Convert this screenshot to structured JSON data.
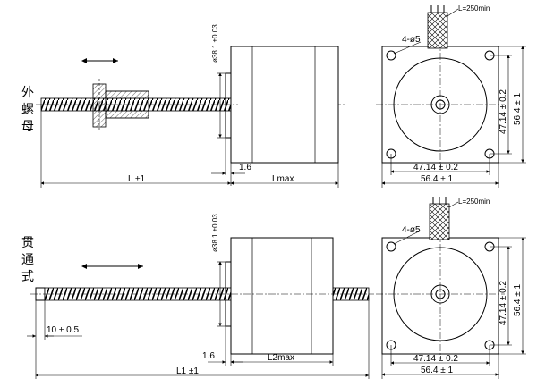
{
  "external_nut": {
    "label_chars": [
      "外",
      "螺",
      "母"
    ]
  },
  "through_type": {
    "label_chars": [
      "贯",
      "通",
      "式"
    ]
  },
  "dims": {
    "shaft_dia_top": "ø38.1 ±0.03",
    "shaft_dia_bottom": "ø38.1 ±0.03",
    "boss_height_top": "1.6",
    "boss_height_bottom": "1.6",
    "L": "L ±1",
    "Lmax": "Lmax",
    "L1": "L1 ±1",
    "L2max": "L2max",
    "end_length": "10 ± 0.5",
    "hole_pattern_top": "4-ø5",
    "hole_pattern_bottom": "4-ø5",
    "lead_len_top": "L=250min",
    "lead_len_bottom": "L=250min",
    "hole_spacing_h_top": "47.14 ± 0.2",
    "hole_spacing_h_bottom": "47.14 ± 0.2",
    "flange_h_top": "56.4 ± 1",
    "flange_h_bottom": "56.4 ± 1",
    "hole_spacing_v_top": "47.14 ± 0.2",
    "hole_spacing_v_bottom": "47.14 ± 0.2",
    "flange_v_top": "56.4 ± 1",
    "flange_v_bottom": "56.4 ± 1"
  }
}
